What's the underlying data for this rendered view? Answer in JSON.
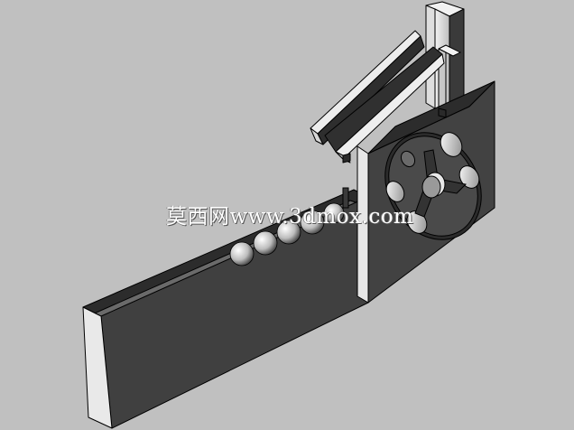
{
  "viewport": {
    "background": "#c0c0c0"
  },
  "watermark": {
    "text": "莫西网www.3dmox.com",
    "color": "#ffffff"
  },
  "colors": {
    "body_dark": "#3f3f3f",
    "face_light": "#e9e9e9",
    "edge": "#000000",
    "ball_light": "#ffffff",
    "ball_dark": "#2a2a2a"
  },
  "model": {
    "parts": [
      "ball-channel",
      "wheel-housing",
      "slotted-wheel",
      "hub",
      "inclined-chute",
      "vertical-tubes"
    ],
    "balls_visible": 5,
    "wheel_holes_visible": 5
  }
}
